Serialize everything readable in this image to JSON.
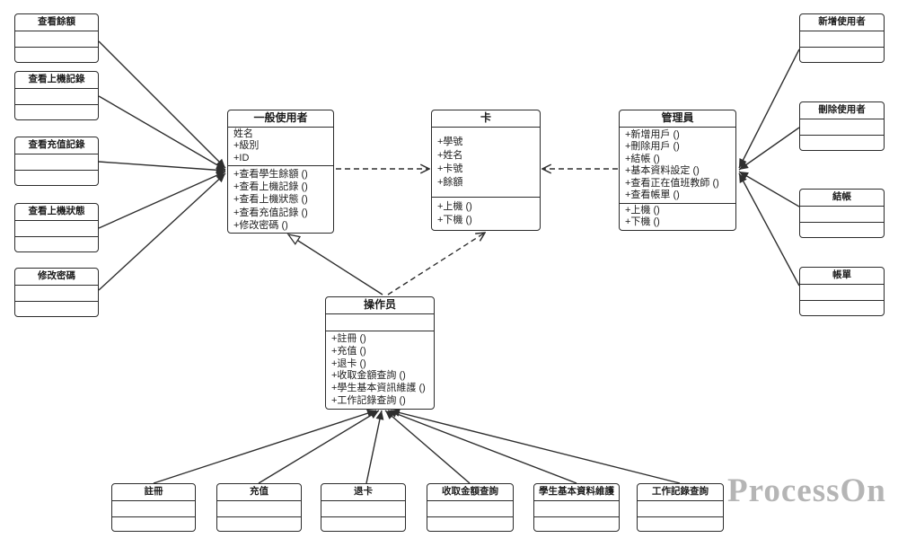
{
  "watermark": "ProcessOn",
  "colors": {
    "background": "#ffffff",
    "line": "#2e2e2e",
    "box_border": "#2b2b2b",
    "text": "#1c1c1c",
    "watermark": "#b5b5b5"
  },
  "left_use_cases": [
    "查看餘額",
    "查看上機記錄",
    "查看充值記錄",
    "查看上機狀態",
    "修改密碼"
  ],
  "right_use_cases": [
    "新增使用者",
    "刪除使用者",
    "結帳",
    "帳單"
  ],
  "bottom_use_cases": [
    "註冊",
    "充值",
    "退卡",
    "收取金額查詢",
    "學生基本資料維護",
    "工作記錄查詢"
  ],
  "classes": {
    "general_user": {
      "title": "一般使用者",
      "attributes": [
        "姓名",
        "+級別",
        "+ID"
      ],
      "methods": [
        "+查看學生餘額 ()",
        "+查看上機記錄 ()",
        "+查看上機狀態 ()",
        "+查看充值記錄 ()",
        "+修改密碼 ()"
      ]
    },
    "card": {
      "title": "卡",
      "attributes": [
        "+學號",
        "+姓名",
        "+卡號",
        "+餘額"
      ],
      "methods": [
        "+上機 ()",
        "+下機 ()"
      ]
    },
    "admin": {
      "title": "管理員",
      "attributes": [
        "+新增用戶 ()",
        "+刪除用戶 ()",
        "+結帳 ()",
        "+基本資料設定 ()",
        "+查看正在值班教師 ()",
        "+查看帳單 ()"
      ],
      "methods": [
        "+上機 ()",
        "+下機 ()"
      ]
    },
    "operator": {
      "title": "操作员",
      "attributes": [],
      "methods": [
        "+註冊 ()",
        "+充值 ()",
        "+退卡 ()",
        "+收取金額查詢 ()",
        "+學生基本資訊維護 ()",
        "+工作記錄查詢 ()"
      ]
    }
  }
}
